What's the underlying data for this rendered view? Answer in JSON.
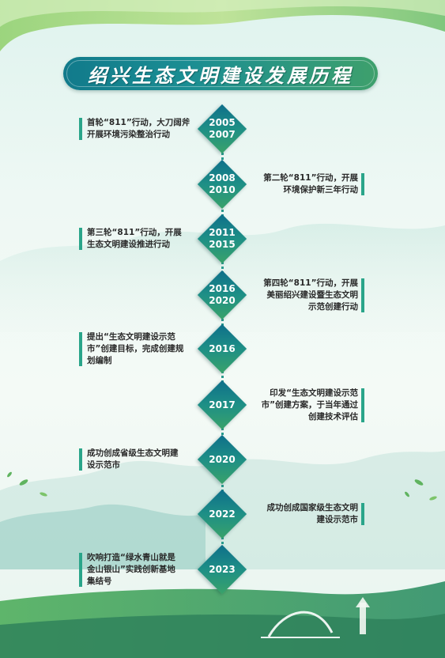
{
  "title": "绍兴生态文明建设发展历程",
  "colors": {
    "accent": "#1b8e93",
    "accent_green": "#3ea06c",
    "bar": "#2aa58a"
  },
  "milestones": [
    {
      "years": [
        "2005",
        "2007"
      ],
      "side": "left",
      "text": [
        "首轮“811”行动，大刀阔斧",
        "开展环境污染整治行动"
      ]
    },
    {
      "years": [
        "2008",
        "2010"
      ],
      "side": "right",
      "text": [
        "第二轮“811”行动，开展",
        "环境保护新三年行动"
      ]
    },
    {
      "years": [
        "2011",
        "2015"
      ],
      "side": "left",
      "text": [
        "第三轮“811”行动，开展",
        "生态文明建设推进行动"
      ]
    },
    {
      "years": [
        "2016",
        "2020"
      ],
      "side": "right",
      "text": [
        "第四轮“811”行动，开展",
        "美丽绍兴建设暨生态文明",
        "示范创建行动"
      ]
    },
    {
      "years": [
        "2016"
      ],
      "side": "left",
      "text": [
        "提出“生态文明建设示范",
        "市”创建目标，完成创建规",
        "划编制"
      ]
    },
    {
      "years": [
        "2017"
      ],
      "side": "right",
      "text": [
        "印发“生态文明建设示范",
        "市”创建方案，于当年通过",
        "创建技术评估"
      ]
    },
    {
      "years": [
        "2020"
      ],
      "side": "left",
      "text": [
        "成功创成省级生态文明建",
        "设示范市"
      ]
    },
    {
      "years": [
        "2022"
      ],
      "side": "right",
      "text": [
        "成功创成国家级生态文明",
        "建设示范市"
      ]
    },
    {
      "years": [
        "2023"
      ],
      "side": "left",
      "text": [
        "吹响打造“绿水青山就是",
        "金山银山”实践创新基地",
        "集结号"
      ]
    }
  ]
}
